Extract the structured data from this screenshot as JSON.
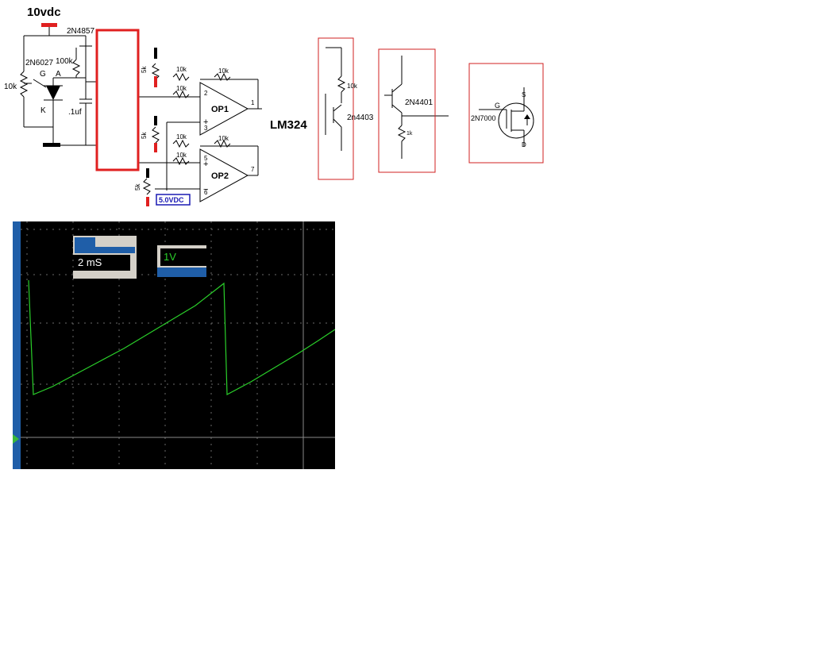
{
  "schematic": {
    "supply_label": "10vdc",
    "q_ujt": "2N4857",
    "q_scr": "2N6027",
    "r_100k": "100k",
    "r_10k_left": "10k",
    "g_label": "G",
    "a_label": "A",
    "k_label": "K",
    "cap_label": ".1uf",
    "pot1": "5k",
    "pot2": "5k",
    "pot3": "5k",
    "r1": "10k",
    "r2": "10k",
    "r3": "10k",
    "r4": "10k",
    "r5": "10k",
    "r6": "10k",
    "op1": "OP1",
    "op2": "OP2",
    "pin2": "2",
    "pin3": "3",
    "pin1": "1",
    "pin5": "5",
    "pin6": "6",
    "pin7": "7",
    "plus": "+",
    "minus": "−",
    "lm324": "LM324",
    "vref": "5.0VDC",
    "pnp_r": "10k",
    "pnp": "2n4403",
    "npn": "2N4401",
    "npn_r": "1k",
    "mos_g": "G",
    "mos_s": "S",
    "mos_d": "D",
    "mos": "2N7000"
  },
  "scope": {
    "timebase": "2 mS",
    "volts": "1V",
    "trace_color": "#2ad02a"
  }
}
